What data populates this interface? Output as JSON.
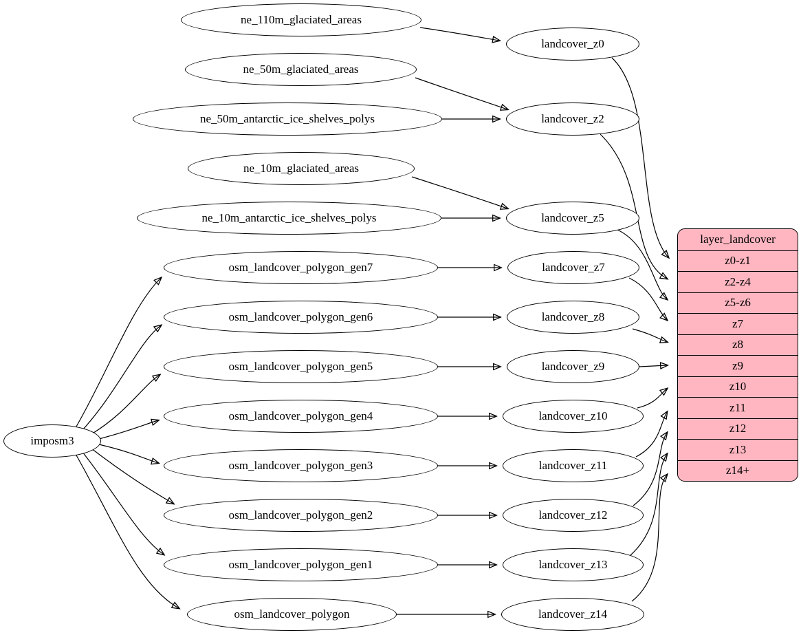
{
  "colors": {
    "background": "#ffffff",
    "node_fill": "#ffffff",
    "node_stroke": "#000000",
    "edge_stroke": "#000000",
    "table_fill": "#ffb6c1"
  },
  "nodes": {
    "imposm3": "imposm3",
    "ne_110m_glaciated_areas": "ne_110m_glaciated_areas",
    "ne_50m_glaciated_areas": "ne_50m_glaciated_areas",
    "ne_50m_antarctic_ice_shelves_polys": "ne_50m_antarctic_ice_shelves_polys",
    "ne_10m_glaciated_areas": "ne_10m_glaciated_areas",
    "ne_10m_antarctic_ice_shelves_polys": "ne_10m_antarctic_ice_shelves_polys",
    "osm_landcover_polygon_gen7": "osm_landcover_polygon_gen7",
    "osm_landcover_polygon_gen6": "osm_landcover_polygon_gen6",
    "osm_landcover_polygon_gen5": "osm_landcover_polygon_gen5",
    "osm_landcover_polygon_gen4": "osm_landcover_polygon_gen4",
    "osm_landcover_polygon_gen3": "osm_landcover_polygon_gen3",
    "osm_landcover_polygon_gen2": "osm_landcover_polygon_gen2",
    "osm_landcover_polygon_gen1": "osm_landcover_polygon_gen1",
    "osm_landcover_polygon": "osm_landcover_polygon",
    "landcover_z0": "landcover_z0",
    "landcover_z2": "landcover_z2",
    "landcover_z5": "landcover_z5",
    "landcover_z7": "landcover_z7",
    "landcover_z8": "landcover_z8",
    "landcover_z9": "landcover_z9",
    "landcover_z10": "landcover_z10",
    "landcover_z11": "landcover_z11",
    "landcover_z12": "landcover_z12",
    "landcover_z13": "landcover_z13",
    "landcover_z14": "landcover_z14"
  },
  "table": {
    "title": "layer_landcover",
    "rows": [
      "z0-z1",
      "z2-z4",
      "z5-z6",
      "z7",
      "z8",
      "z9",
      "z10",
      "z11",
      "z12",
      "z13",
      "z14+"
    ]
  },
  "edges": [
    {
      "from": "imposm3",
      "to": "osm_landcover_polygon_gen7"
    },
    {
      "from": "imposm3",
      "to": "osm_landcover_polygon_gen6"
    },
    {
      "from": "imposm3",
      "to": "osm_landcover_polygon_gen5"
    },
    {
      "from": "imposm3",
      "to": "osm_landcover_polygon_gen4"
    },
    {
      "from": "imposm3",
      "to": "osm_landcover_polygon_gen3"
    },
    {
      "from": "imposm3",
      "to": "osm_landcover_polygon_gen2"
    },
    {
      "from": "imposm3",
      "to": "osm_landcover_polygon_gen1"
    },
    {
      "from": "imposm3",
      "to": "osm_landcover_polygon"
    },
    {
      "from": "ne_110m_glaciated_areas",
      "to": "landcover_z0"
    },
    {
      "from": "ne_50m_glaciated_areas",
      "to": "landcover_z2"
    },
    {
      "from": "ne_50m_antarctic_ice_shelves_polys",
      "to": "landcover_z2"
    },
    {
      "from": "ne_10m_glaciated_areas",
      "to": "landcover_z5"
    },
    {
      "from": "ne_10m_antarctic_ice_shelves_polys",
      "to": "landcover_z5"
    },
    {
      "from": "osm_landcover_polygon_gen7",
      "to": "landcover_z7"
    },
    {
      "from": "osm_landcover_polygon_gen6",
      "to": "landcover_z8"
    },
    {
      "from": "osm_landcover_polygon_gen5",
      "to": "landcover_z9"
    },
    {
      "from": "osm_landcover_polygon_gen4",
      "to": "landcover_z10"
    },
    {
      "from": "osm_landcover_polygon_gen3",
      "to": "landcover_z11"
    },
    {
      "from": "osm_landcover_polygon_gen2",
      "to": "landcover_z12"
    },
    {
      "from": "osm_landcover_polygon_gen1",
      "to": "landcover_z13"
    },
    {
      "from": "osm_landcover_polygon",
      "to": "landcover_z14"
    },
    {
      "from": "landcover_z0",
      "to": "layer_landcover.z0-z1"
    },
    {
      "from": "landcover_z2",
      "to": "layer_landcover.z2-z4"
    },
    {
      "from": "landcover_z5",
      "to": "layer_landcover.z5-z6"
    },
    {
      "from": "landcover_z7",
      "to": "layer_landcover.z7"
    },
    {
      "from": "landcover_z8",
      "to": "layer_landcover.z8"
    },
    {
      "from": "landcover_z9",
      "to": "layer_landcover.z9"
    },
    {
      "from": "landcover_z10",
      "to": "layer_landcover.z10"
    },
    {
      "from": "landcover_z11",
      "to": "layer_landcover.z11"
    },
    {
      "from": "landcover_z12",
      "to": "layer_landcover.z12"
    },
    {
      "from": "landcover_z13",
      "to": "layer_landcover.z13"
    },
    {
      "from": "landcover_z14",
      "to": "layer_landcover.z14+"
    }
  ]
}
